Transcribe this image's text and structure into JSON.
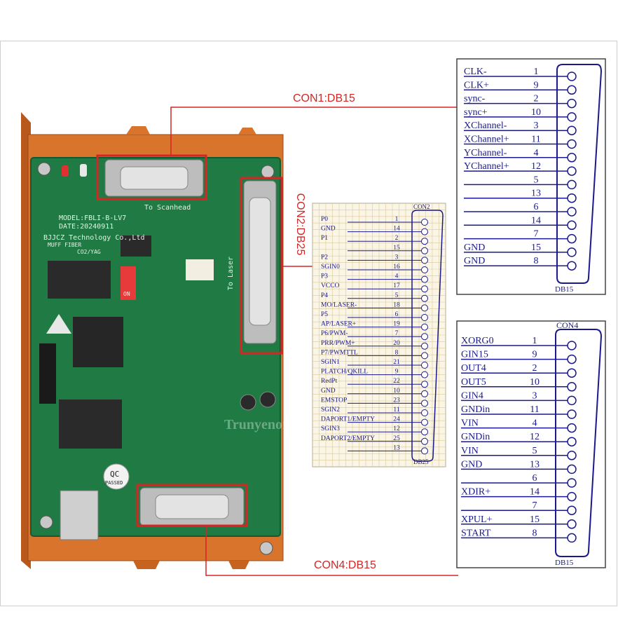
{
  "callouts": {
    "con1": "CON1:DB15",
    "con2": "CON2:DB25",
    "con4": "CON4:DB15"
  },
  "board": {
    "model": "MODEL:FBLI-B-LV7",
    "date": "DATE:20240911",
    "company": "BJJCZ Technology Co.,Ltd",
    "fiber": "MUFF FIBER",
    "co2": "CO2/YAG",
    "to_scanhead": "To Scanhead",
    "to_laser": "To Laser",
    "qc": "QC",
    "passed": "PASSED",
    "switch": "ON"
  },
  "watermark": "Trunyenone",
  "con1_panel": {
    "footer": "DB15",
    "pins": [
      {
        "name": "CLK-",
        "num": "1"
      },
      {
        "name": "CLK+",
        "num": "9"
      },
      {
        "name": "sync-",
        "num": "2"
      },
      {
        "name": "sync+",
        "num": "10"
      },
      {
        "name": "XChannel-",
        "num": "3"
      },
      {
        "name": "XChannel+",
        "num": "11"
      },
      {
        "name": "YChannel-",
        "num": "4"
      },
      {
        "name": "YChannel+",
        "num": "12"
      },
      {
        "name": "",
        "num": "5"
      },
      {
        "name": "",
        "num": "13"
      },
      {
        "name": "",
        "num": "6"
      },
      {
        "name": "",
        "num": "14"
      },
      {
        "name": "",
        "num": "7"
      },
      {
        "name": "GND",
        "num": "15"
      },
      {
        "name": "GND",
        "num": "8"
      }
    ]
  },
  "con2_panel": {
    "header": "CON2",
    "footer": "DB25",
    "pins": [
      {
        "name": "P0",
        "num": "1"
      },
      {
        "name": "GND",
        "num": "14"
      },
      {
        "name": "P1",
        "num": "2"
      },
      {
        "name": "",
        "num": "15"
      },
      {
        "name": "P2",
        "num": "3"
      },
      {
        "name": "SGIN0",
        "num": "16"
      },
      {
        "name": "P3",
        "num": "4"
      },
      {
        "name": "VCCO",
        "num": "17"
      },
      {
        "name": "P4",
        "num": "5"
      },
      {
        "name": "MO/LASER-",
        "num": "18"
      },
      {
        "name": "P5",
        "num": "6"
      },
      {
        "name": "AP/LASER+",
        "num": "19"
      },
      {
        "name": "P6/PWM-",
        "num": "7"
      },
      {
        "name": "PRR/PWM+",
        "num": "20"
      },
      {
        "name": "P7/PWMTTL",
        "num": "8"
      },
      {
        "name": "SGIN1",
        "num": "21"
      },
      {
        "name": "PLATCH/QKILL",
        "num": "9"
      },
      {
        "name": "RedPt",
        "num": "22"
      },
      {
        "name": "GND",
        "num": "10"
      },
      {
        "name": "EMSTOP",
        "num": "23"
      },
      {
        "name": "SGIN2",
        "num": "11"
      },
      {
        "name": "DAPORT1/EMPTY",
        "num": "24"
      },
      {
        "name": "SGIN3",
        "num": "12"
      },
      {
        "name": "DAPORT2/EMPTY",
        "num": "25"
      },
      {
        "name": "",
        "num": "13"
      }
    ]
  },
  "con4_panel": {
    "header": "CON4",
    "footer": "DB15",
    "pins": [
      {
        "name": "XORG0",
        "num": "1"
      },
      {
        "name": "GIN15",
        "num": "9"
      },
      {
        "name": "OUT4",
        "num": "2"
      },
      {
        "name": "OUT5",
        "num": "10"
      },
      {
        "name": "GIN4",
        "num": "3"
      },
      {
        "name": "GNDin",
        "num": "11"
      },
      {
        "name": "VIN",
        "num": "4"
      },
      {
        "name": "GNDin",
        "num": "12"
      },
      {
        "name": "VIN",
        "num": "5"
      },
      {
        "name": "GND",
        "num": "13"
      },
      {
        "name": "",
        "num": "6"
      },
      {
        "name": "XDIR+",
        "num": "14"
      },
      {
        "name": "",
        "num": "7"
      },
      {
        "name": "XPUL+",
        "num": "15"
      },
      {
        "name": "START",
        "num": "8"
      }
    ]
  },
  "colors": {
    "callout_red": "#d62525",
    "pin_blue": "#1a1a8c",
    "pcb_green": "#1f7a43",
    "enclosure_orange": "#d8742c"
  }
}
